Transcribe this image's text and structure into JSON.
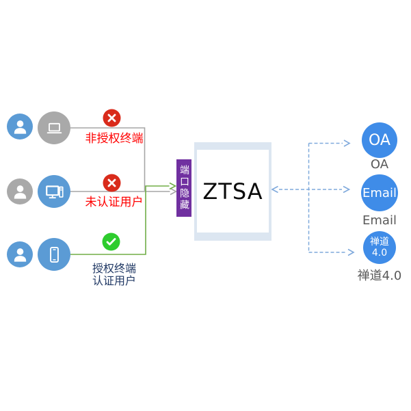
{
  "clients": [
    {
      "device": "laptop",
      "status": "blocked",
      "label": "非授权终端"
    },
    {
      "device": "desktop",
      "status": "blocked",
      "label": "未认证用户"
    },
    {
      "device": "smartphone",
      "status": "allowed",
      "label_line1": "授权终端",
      "label_line2": "认证用户"
    }
  ],
  "gateway": {
    "port_shield_label": "端口隐藏",
    "title": "ZTSA"
  },
  "services": [
    {
      "circle_label": "OA",
      "caption": "OA"
    },
    {
      "circle_label": "Email",
      "caption": "Email"
    },
    {
      "circle_label_line1": "禅道",
      "circle_label_line2": "4.0",
      "caption": "禅道4.0"
    }
  ],
  "colors": {
    "client_blue": "#5b9bd5",
    "client_gray": "#a9a9a9",
    "service_blue": "#3f8ce8",
    "port_bar_purple": "#7030a0",
    "gateway_box_fill": "#dce6f1",
    "blocked_badge_red": "#d92b1b",
    "allowed_badge_green": "#2ecc2e",
    "label_red": "#ff0000",
    "label_navy": "#203864",
    "caption_gray": "#595959",
    "dashed_line_blue": "#7fa9dc",
    "line_gray": "#a6a6a6",
    "line_green": "#70ad47"
  }
}
